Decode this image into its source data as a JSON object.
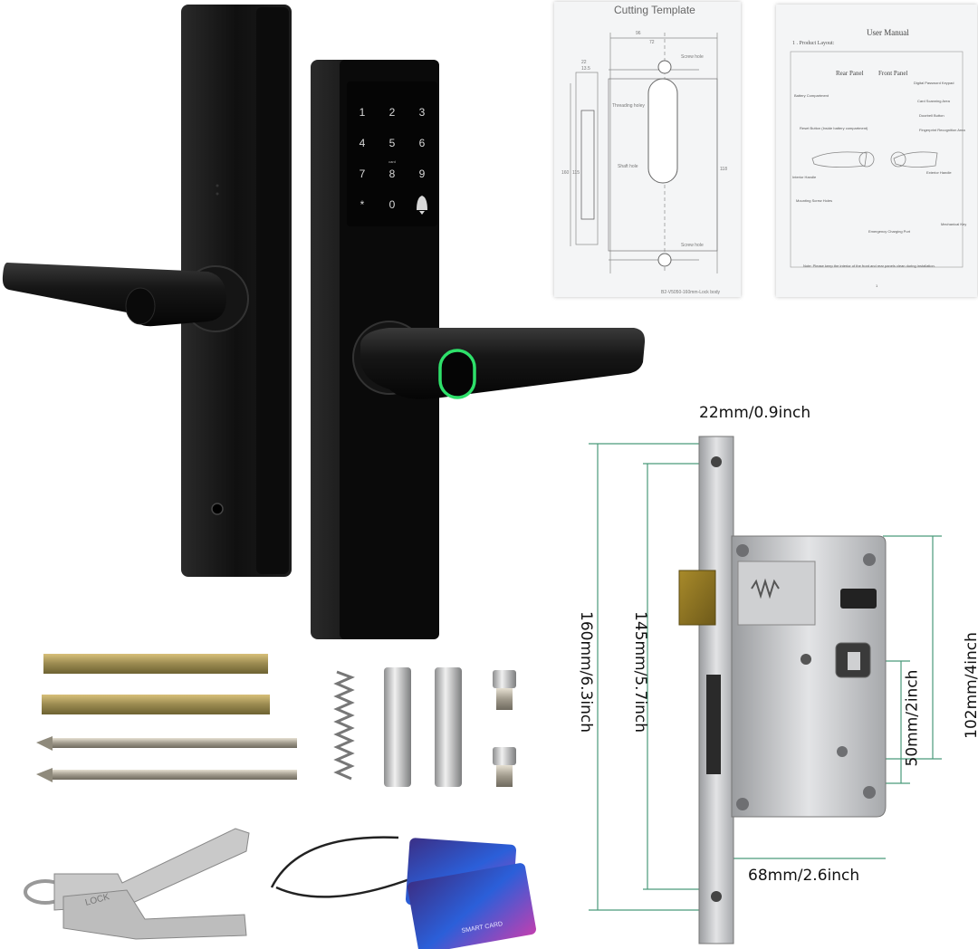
{
  "product": {
    "keypad_keys": [
      "1",
      "2",
      "3",
      "4",
      "5",
      "6",
      "7",
      "8",
      "9",
      "*",
      "0"
    ],
    "card_label": "card",
    "bell_icon": "bell-icon",
    "fingerprint_ring_color": "#2ee06a",
    "finish_color": "#111111"
  },
  "cutting_template": {
    "title": "Cutting Template",
    "labels": {
      "screw_hole_top": "Screw hole",
      "threading_hole": "Threading holey",
      "shaft_hole": "Shaft hole",
      "screw_hole_bottom": "Screw hole",
      "footer": "B2-V5050-160mm-Lock body"
    },
    "dims": {
      "d1": "96",
      "d2": "72",
      "d3": "22",
      "d4": "13.5",
      "d5": "160",
      "d6": "115",
      "d7": "118"
    }
  },
  "user_manual": {
    "title": "User Manual",
    "section": "1 . Product Layout:",
    "rear_panel": "Rear Panel",
    "front_panel": "Front Panel",
    "labels_left": [
      "Battery Compartment",
      "Reset Button (Inside battery compartment)",
      "Interior Handle",
      "Mounting Screw Holes"
    ],
    "labels_right": [
      "Digital Password Keypad",
      "Card Scanning Area",
      "Doorbell Button",
      "Fingerprint Recognition Area",
      "Exterior Handle",
      "Mechanical Key",
      "Emergency Charging Port"
    ],
    "note": "Note: Please keep the interior of the front and rear panels clean during installation.",
    "page_number": "1"
  },
  "dimensions": {
    "faceplate_width": "22mm/0.9inch",
    "total_length": "160mm/6.3inch",
    "screw_spacing": "145mm/5.7inch",
    "body_height": "102mm/4inch",
    "backset_span": "50mm/2inch",
    "body_depth": "68mm/2.6inch"
  },
  "accessories": {
    "key_text": "LOCK",
    "card_text": "SMART CARD",
    "card_colors": [
      "#3b2f86",
      "#2b5fd9",
      "#c13fb0"
    ]
  }
}
